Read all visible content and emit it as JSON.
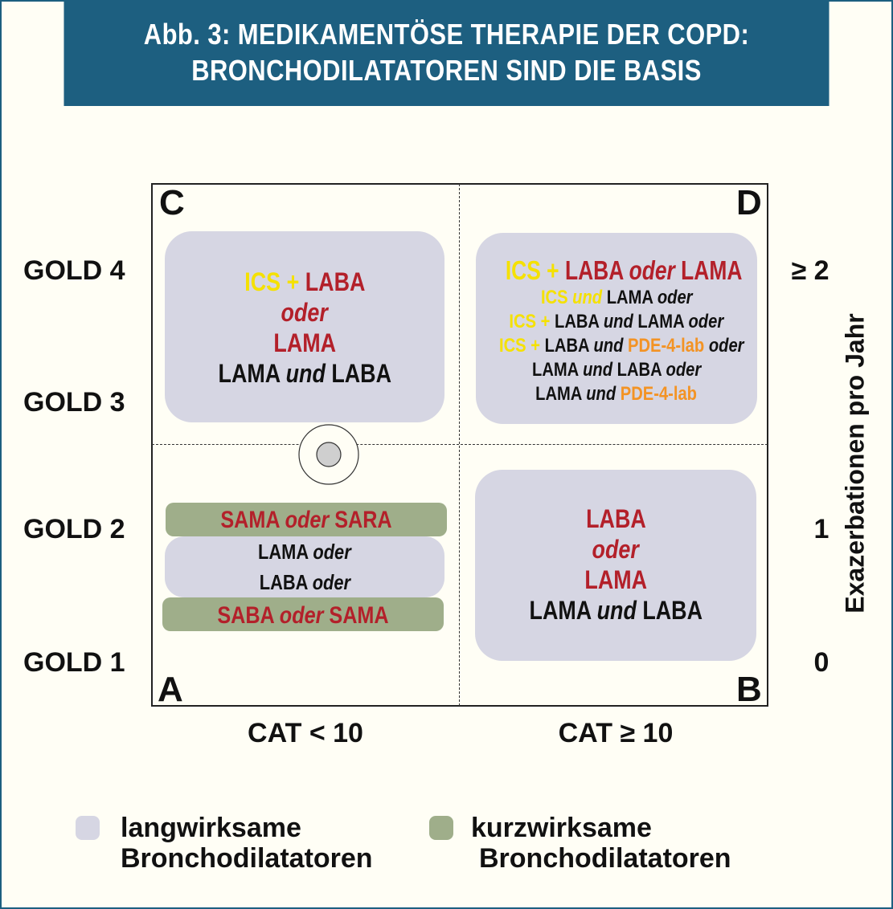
{
  "header": {
    "line1": "Abb. 3: MEDIKAMENTÖSE THERAPIE DER COPD:",
    "line2": "BRONCHODILATATOREN SIND DIE BASIS"
  },
  "y_labels": [
    "GOLD 4",
    "GOLD 3",
    "GOLD 2",
    "GOLD 1"
  ],
  "right_labels": [
    "≥ 2",
    "1",
    "0"
  ],
  "right_axis_title": "Exazerbationen pro Jahr",
  "x_labels": [
    "CAT < 10",
    "CAT ≥ 10"
  ],
  "corners": {
    "c": "C",
    "d": "D",
    "a": "A",
    "b": "B"
  },
  "quad_c": {
    "l1_ics": "ICS",
    "l1_plus": "+",
    "l1_laba": "LABA",
    "l2": "oder",
    "l3": "LAMA",
    "l4_lama": "LAMA",
    "l4_und": "und",
    "l4_laba": "LABA"
  },
  "quad_d": {
    "l1_ics": "ICS",
    "l1_plus": "+",
    "l1_laba": "LABA",
    "l1_oder": "oder",
    "l1_lama": "LAMA",
    "l2_ics": "ICS",
    "l2_und": "und",
    "l2_lama": "LAMA",
    "l2_oder": "oder",
    "l3_ics": "ICS",
    "l3_plus": "+",
    "l3_laba": "LABA",
    "l3_und": "und",
    "l3_lama": "LAMA",
    "l3_oder": "oder",
    "l4_ics": "ICS",
    "l4_plus": "+",
    "l4_laba": "LABA",
    "l4_und": "und",
    "l4_pde": "PDE-4-lab",
    "l4_oder": "oder",
    "l5_lama": "LAMA",
    "l5_und": "und",
    "l5_laba": "LABA",
    "l5_oder": "oder",
    "l6_lama": "LAMA",
    "l6_und": "und",
    "l6_pde": "PDE-4-lab"
  },
  "quad_a": {
    "g1_sama": "SAMA",
    "g1_oder": "oder",
    "g1_sara": "SARA",
    "p1_lama": "LAMA",
    "p1_oder": "oder",
    "p2_laba": "LABA",
    "p2_oder": "oder",
    "g2_saba": "SABA",
    "g2_oder": "oder",
    "g2_sama": "SAMA"
  },
  "quad_b": {
    "l1": "LABA",
    "l2": "oder",
    "l3": "LAMA",
    "l4_lama": "LAMA",
    "l4_und": "und",
    "l4_laba": "LABA"
  },
  "legend": {
    "long_line1": "langwirksame",
    "long_line2": "Bronchodilatatoren",
    "short_line1": "kurzwirksame",
    "short_line2": "Bronchodilatatoren"
  },
  "colors": {
    "header_bg": "#1d5f80",
    "long_acting": "#d6d6e3",
    "short_acting": "#9fae8a",
    "red_text": "#b3202a",
    "yellow_text": "#f5e100",
    "orange_text": "#f39324"
  }
}
